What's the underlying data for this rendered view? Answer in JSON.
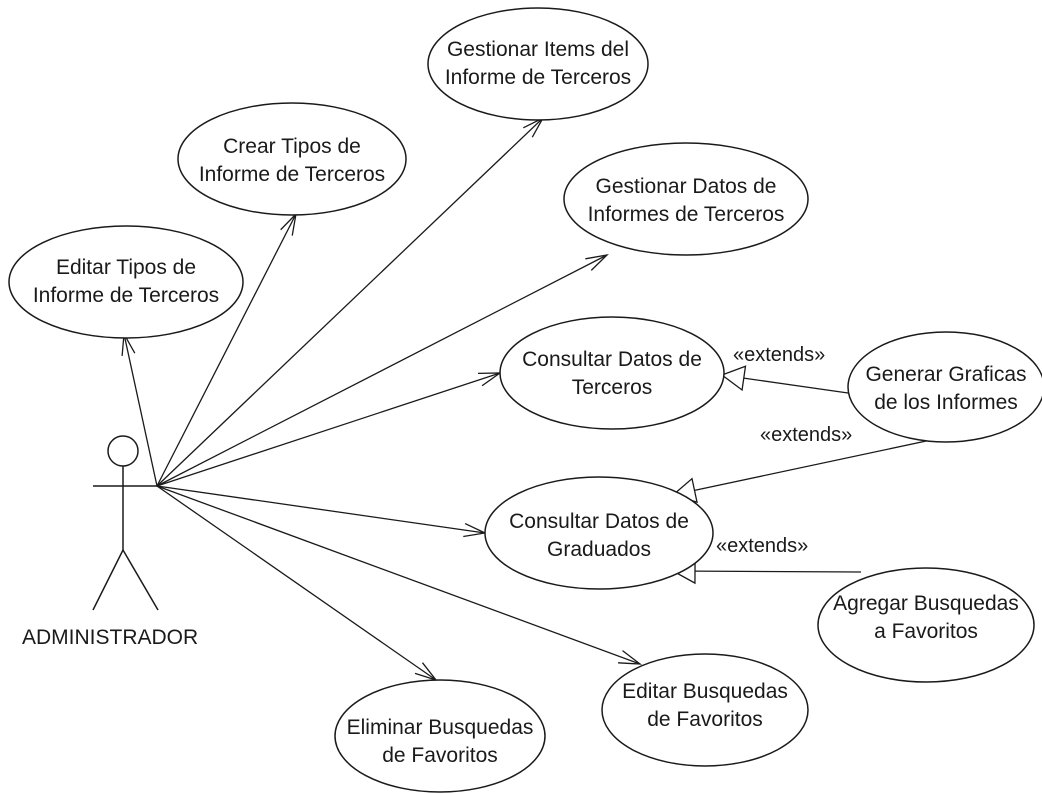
{
  "actor": {
    "name": "ADMINISTRADOR"
  },
  "use_cases": [
    {
      "id": "gestionar-items",
      "lines": [
        "Gestionar Items del",
        "Informe de Terceros"
      ]
    },
    {
      "id": "crear-tipos",
      "lines": [
        "Crear Tipos de",
        "Informe de Terceros"
      ]
    },
    {
      "id": "gestionar-datos",
      "lines": [
        "Gestionar Datos de",
        "Informes de Terceros"
      ]
    },
    {
      "id": "editar-tipos",
      "lines": [
        "Editar  Tipos de",
        "Informe de Terceros"
      ]
    },
    {
      "id": "consultar-terceros",
      "lines": [
        "Consultar Datos de",
        "Terceros"
      ]
    },
    {
      "id": "generar-graficas",
      "lines": [
        "Generar Graficas",
        "de los Informes"
      ]
    },
    {
      "id": "consultar-graduados",
      "lines": [
        "Consultar Datos de",
        "Graduados"
      ]
    },
    {
      "id": "agregar-favoritos",
      "lines": [
        "Agregar Busquedas",
        "a Favoritos"
      ]
    },
    {
      "id": "editar-favoritos",
      "lines": [
        "Editar Busquedas",
        "de Favoritos"
      ]
    },
    {
      "id": "eliminar-favoritos",
      "lines": [
        "Eliminar Busquedas",
        "de Favoritos"
      ]
    }
  ],
  "associations": [
    "editar-tipos",
    "crear-tipos",
    "gestionar-items",
    "gestionar-datos",
    "consultar-terceros",
    "consultar-graduados",
    "editar-favoritos",
    "eliminar-favoritos"
  ],
  "extends": [
    {
      "from": "generar-graficas",
      "to": "consultar-terceros",
      "label": "«extends»"
    },
    {
      "from": "generar-graficas",
      "to": "consultar-graduados",
      "label": "«extends»"
    },
    {
      "from": "agregar-favoritos",
      "to": "consultar-graduados",
      "label": "«extends»"
    }
  ],
  "colors": {
    "stroke": "#1a1a1a",
    "background": "#ffffff"
  }
}
